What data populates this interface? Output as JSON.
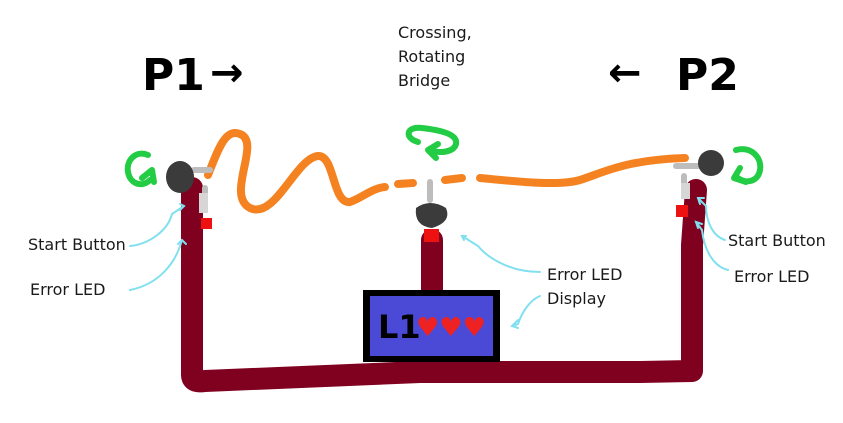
{
  "players": {
    "left": {
      "label": "P1",
      "arrow": "→"
    },
    "right": {
      "label": "P2",
      "arrow": "←"
    }
  },
  "bridge_label": [
    "Crossing,",
    "Rotating",
    "Bridge"
  ],
  "left_station": {
    "button_label": "Start Button",
    "led_label": "Error LED"
  },
  "right_station": {
    "button_label": "Start Button",
    "led_label": "Error LED"
  },
  "display_label": [
    "Error LED",
    "Display"
  ],
  "display": {
    "level_text": "L1",
    "hearts": "♥♥♥"
  },
  "colors": {
    "wire": "#800020",
    "rope": "#f58220",
    "rotation_arrows": "#22cc44",
    "led": "#ee1111",
    "display_bg": "#4a4ad6",
    "pointer_lines": "#80e0f0"
  }
}
